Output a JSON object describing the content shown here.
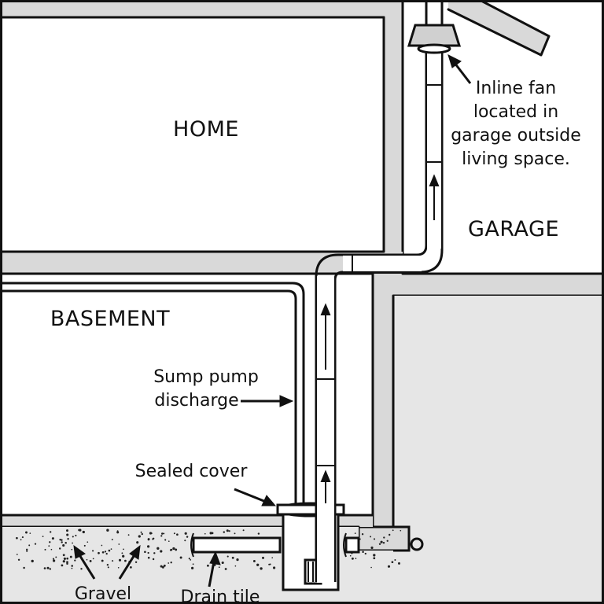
{
  "labels": {
    "home": "HOME",
    "garage": "GARAGE",
    "basement": "BASEMENT",
    "fan_note": [
      "Inline fan",
      "located in",
      "garage outside",
      "living space."
    ],
    "discharge": [
      "Sump pump",
      "discharge"
    ],
    "sealed_cover": "Sealed cover",
    "gravel": "Gravel",
    "drain_tile": "Drain tile"
  },
  "colors": {
    "structure": "#d9d9d9",
    "ground": "#e6e6e6",
    "ink": "#111111",
    "background": "#ffffff"
  }
}
